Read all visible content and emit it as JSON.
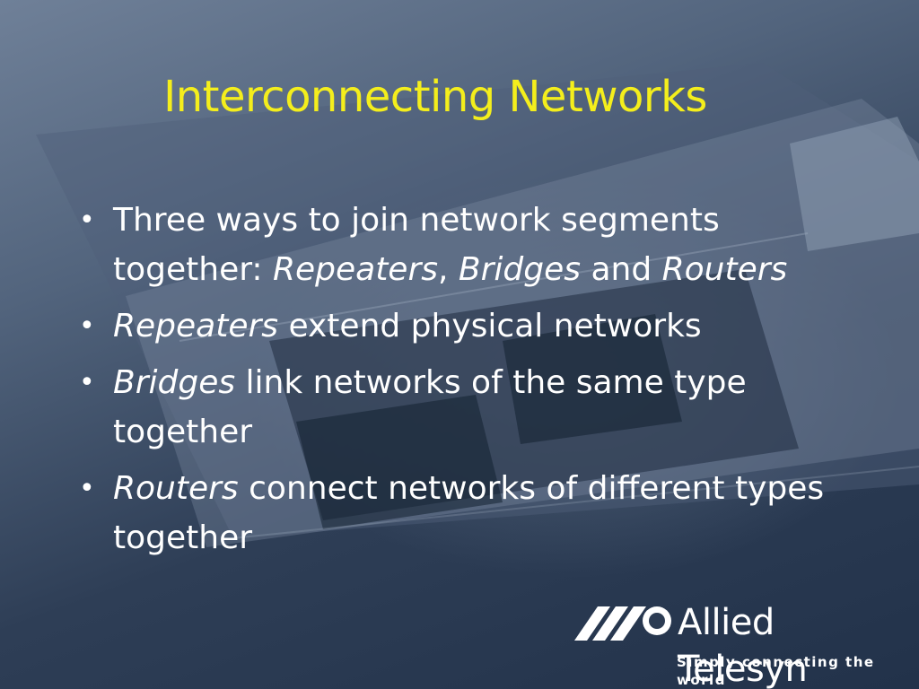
{
  "slide": {
    "title": "Interconnecting Networks",
    "bullets": [
      {
        "parts": [
          {
            "text": "Three ways to join network segments together: ",
            "italic": false
          },
          {
            "text": "Repeaters",
            "italic": true
          },
          {
            "text": ", ",
            "italic": false
          },
          {
            "text": "Bridges",
            "italic": true
          },
          {
            "text": " and ",
            "italic": false
          },
          {
            "text": "Routers",
            "italic": true
          }
        ]
      },
      {
        "parts": [
          {
            "text": "Repeaters",
            "italic": true
          },
          {
            "text": " extend physical networks",
            "italic": false
          }
        ]
      },
      {
        "parts": [
          {
            "text": "Bridges",
            "italic": true
          },
          {
            "text": " link networks of  the same type together",
            "italic": false
          }
        ]
      },
      {
        "parts": [
          {
            "text": "Routers",
            "italic": true
          },
          {
            "text": " connect networks of different types together",
            "italic": false
          }
        ]
      }
    ],
    "bullet_glyph": "•"
  },
  "logo": {
    "name": "Allied Telesyn",
    "tagline": "Simply connecting the world",
    "icon": "allied-telesyn-logo-icon"
  },
  "colors": {
    "title": "#f4ee1c",
    "text": "#ffffff"
  }
}
